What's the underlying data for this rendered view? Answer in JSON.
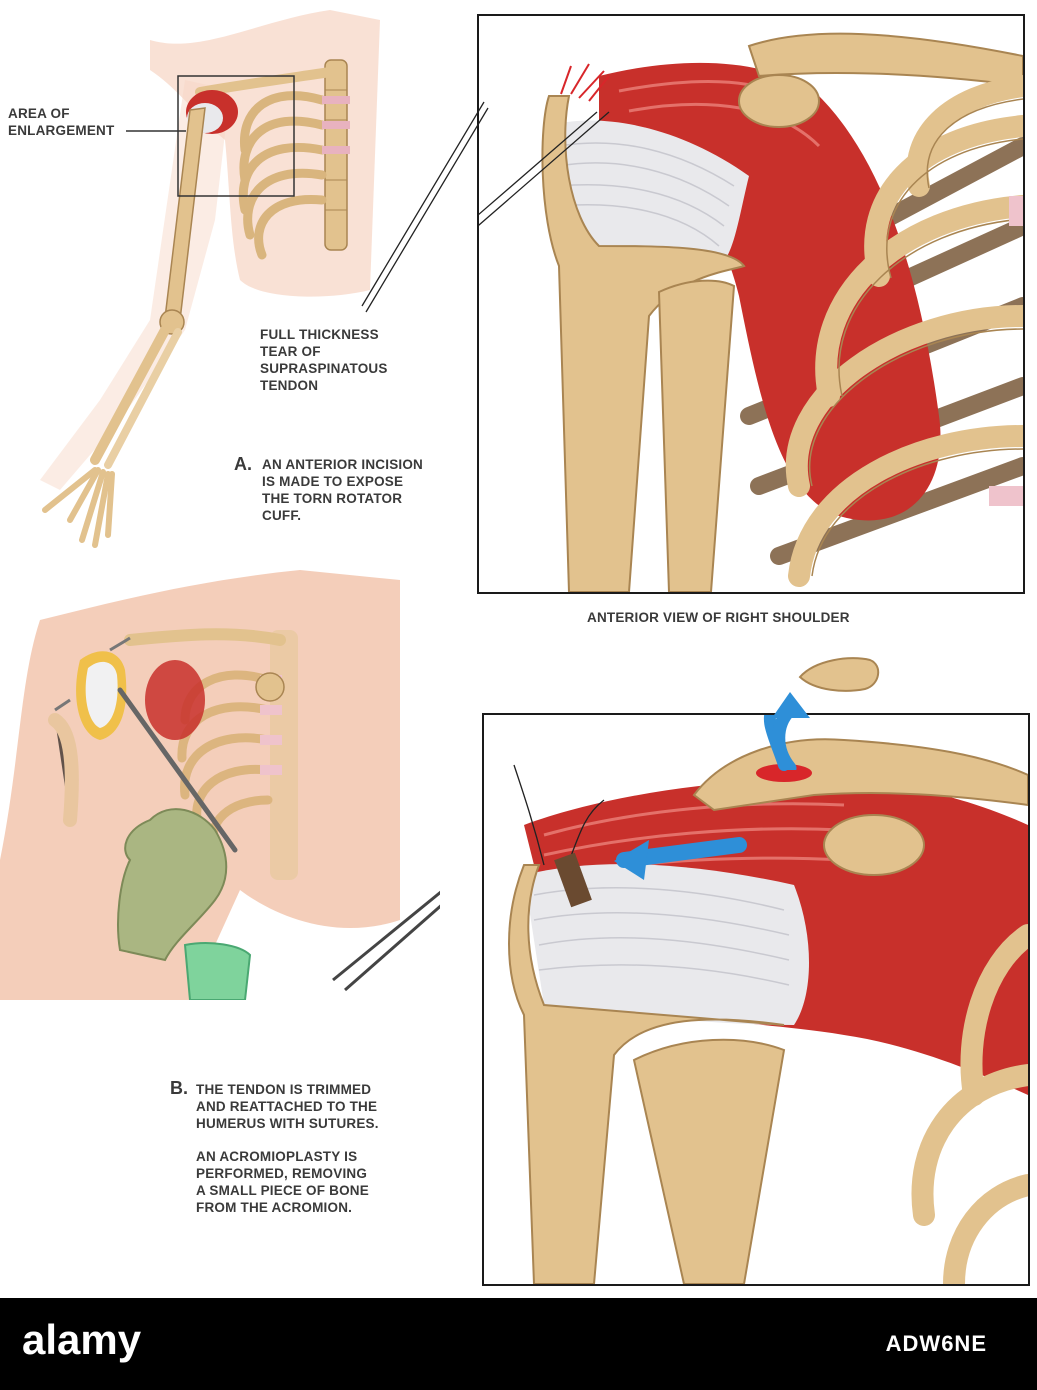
{
  "labels": {
    "area_of_enlargement": [
      "AREA OF",
      "ENLARGEMENT"
    ],
    "tear": [
      "FULL THICKNESS",
      "TEAR OF",
      "SUPRASPINATOUS",
      "TENDON"
    ],
    "step_a_letter": "A.",
    "step_a": [
      "AN ANTERIOR INCISION",
      "IS MADE TO EXPOSE",
      "THE TORN ROTATOR",
      "CUFF."
    ],
    "view_title": "ANTERIOR VIEW OF RIGHT SHOULDER",
    "step_b_letter": "B.",
    "step_b": [
      "THE TENDON IS TRIMMED",
      "AND REATTACHED TO THE",
      "HUMERUS WITH SUTURES."
    ],
    "step_b2": [
      "AN ACROMIOPLASTY IS",
      "PERFORMED, REMOVING",
      "A SMALL PIECE OF BONE",
      "FROM THE ACROMION."
    ]
  },
  "footer": {
    "logo": "alamy",
    "stock_id": "ADW6NE"
  },
  "colors": {
    "bone": "#e2c28e",
    "bone_dark": "#b08a55",
    "muscle": "#c8302b",
    "tendon": "#e9e9ec",
    "skin": "#f3c9b3",
    "glove": "#aab682",
    "gown": "#7fd39c",
    "arrow": "#2e8fd8"
  }
}
